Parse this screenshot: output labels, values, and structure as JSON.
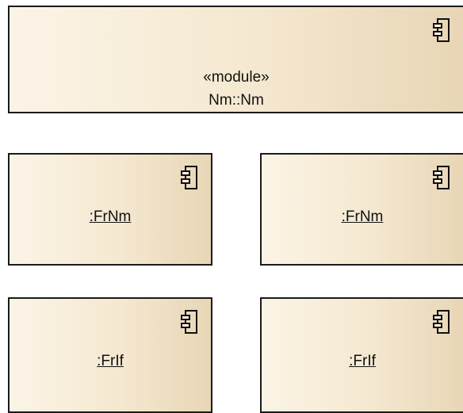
{
  "diagram": {
    "module": {
      "stereotype": "«module»",
      "name": "Nm::Nm"
    },
    "components": [
      {
        "name": ":FrNm"
      },
      {
        "name": ":FrNm"
      },
      {
        "name": ":FrIf"
      },
      {
        "name": ":FrIf"
      }
    ]
  },
  "colors": {
    "fill_light": "#fbf4e6",
    "fill_dark": "#e8d6b6",
    "border": "#1a1a1a"
  },
  "icons": [
    "component-icon"
  ]
}
